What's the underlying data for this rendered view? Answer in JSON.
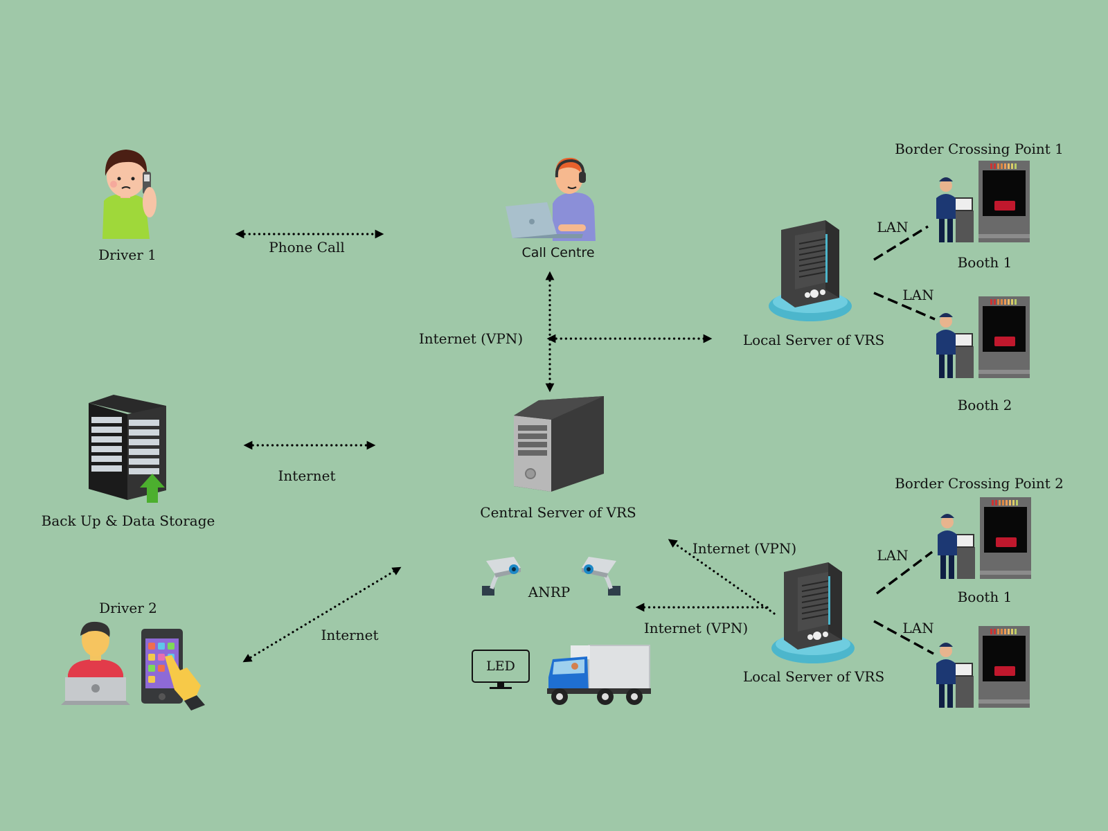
{
  "nodes": {
    "driver1": "Driver 1",
    "call_centre": "Call Centre",
    "border_crossing_1": "Border Crossing Point 1",
    "booth1_a": "Booth 1",
    "booth2_a": "Booth 2",
    "local_server_a": "Local Server of VRS",
    "backup": "Back Up & Data Storage",
    "central_server": "Central Server of VRS",
    "border_crossing_2": "Border Crossing Point 2",
    "booth1_b": "Booth 1",
    "local_server_b": "Local Server of VRS",
    "driver2": "Driver 2",
    "anrp": "ANRP",
    "led": "LED"
  },
  "links": {
    "phone_call": "Phone Call",
    "internet_vpn_top": "Internet (VPN)",
    "internet_backup": "Internet",
    "internet_driver2": "Internet",
    "internet_vpn_b_upper": "Internet (VPN)",
    "internet_vpn_b_lower": "Internet (VPN)",
    "lan": "LAN"
  }
}
